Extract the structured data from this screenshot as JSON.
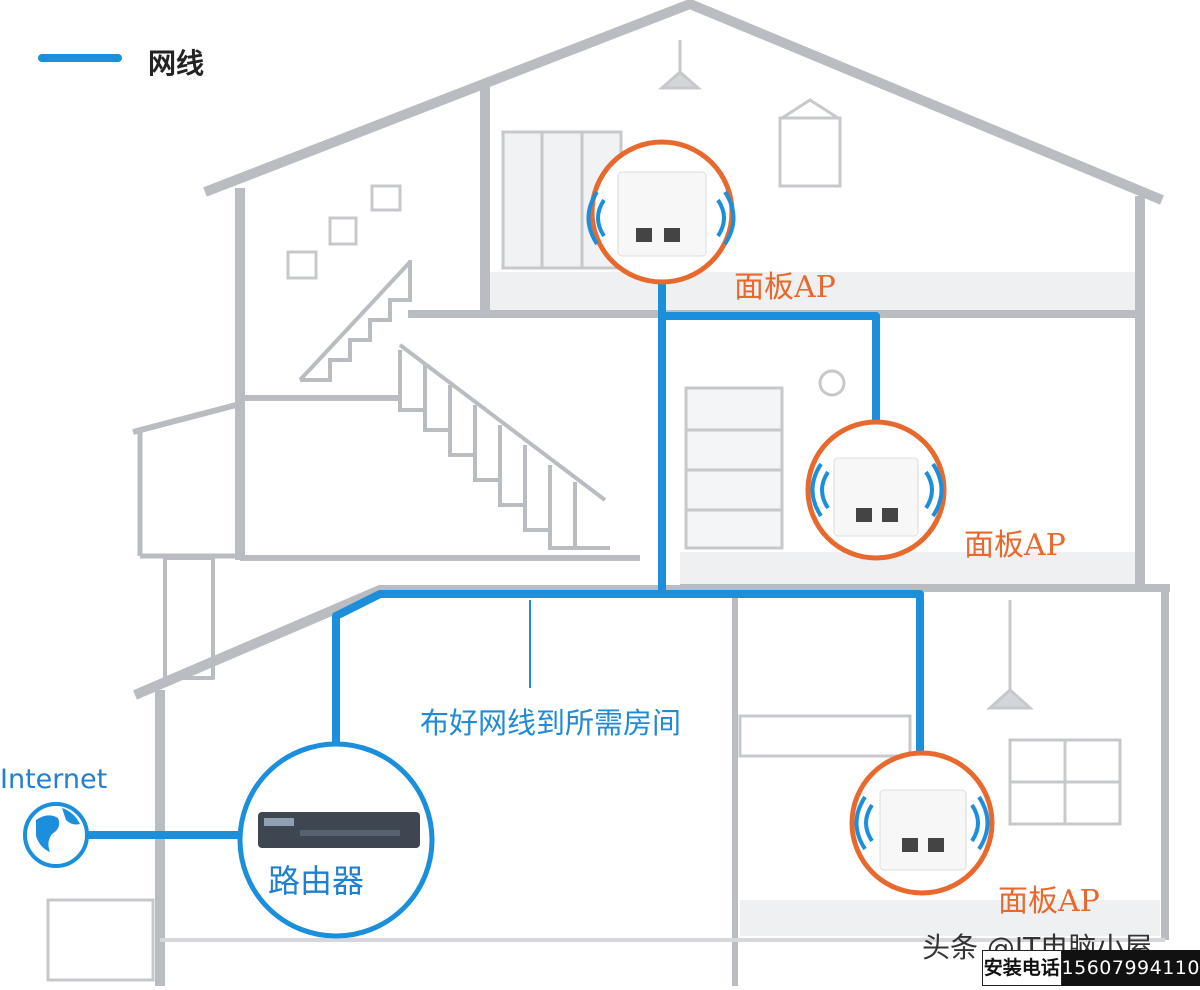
{
  "legend": {
    "label": "网线",
    "color": "#1b8fdc"
  },
  "ap_label": "面板AP",
  "router_label": "路由器",
  "internet_label": "Internet",
  "annotation": "布好网线到所需房间",
  "watermark": "头条 @IT电脑小屋",
  "contact": {
    "label": "安装电话",
    "phone": "15607994110"
  },
  "colors": {
    "cable": "#1b8fdc",
    "ap_ring": "#e8692d",
    "router_ring": "#1b8fdc",
    "house_line": "#b9bcc1"
  },
  "icons": [
    "wifi-signal-icon",
    "globe-icon",
    "router-device-icon",
    "ethernet-port-icon"
  ]
}
